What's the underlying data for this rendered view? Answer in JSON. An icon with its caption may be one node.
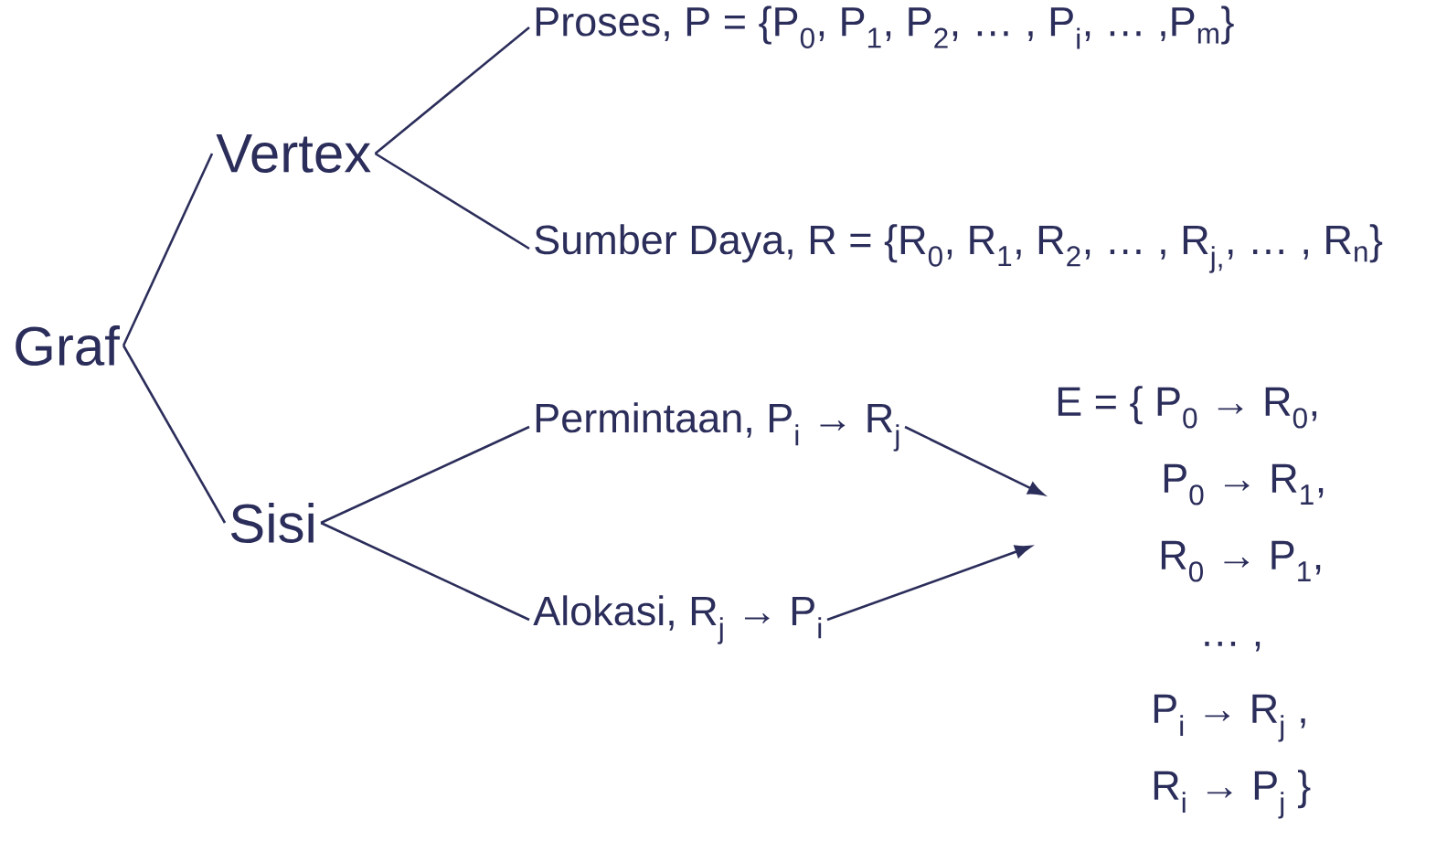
{
  "diagram": {
    "nodes": [
      {
        "text": [
          "Graf"
        ]
      },
      {
        "text": [
          "Vertex"
        ]
      },
      {
        "text": [
          "Sisi"
        ]
      },
      {
        "text": [
          "Proses, P = {P$_{0}$, P$_{1}$, P$_{2}$, … , P$_{i}$, … ,P$_{m}$}"
        ]
      },
      {
        "text": [
          "Sumber Daya, R = {R$_{0}$, R$_{1}$, R$_{2}$, … , R$_{j,}$, … , R$_{n}$}"
        ]
      },
      {
        "text": [
          "Permintaan, P$_{i}$ → R$_{j}$"
        ]
      },
      {
        "text": [
          "Alokasi, R$_{j}$ → P$_{i}$"
        ]
      },
      {
        "text": [
          "E = { P$_{0}$ → R$_{0}$,",
          "P$_{0}$ → R$_{1}$,",
          "R$_{0}$ → P$_{1}$,",
          "… ,",
          "P$_{i}$ → R$_{j}$ ,",
          "R$_{i}$ → P$_{j}$ }"
        ]
      }
    ],
    "edges": [
      {
        "from": 0,
        "to": 1,
        "arrow": "none"
      },
      {
        "from": 0,
        "to": 2,
        "arrow": "none"
      },
      {
        "from": 1,
        "to": 3,
        "arrow": "none"
      },
      {
        "from": 1,
        "to": 4,
        "arrow": "none"
      },
      {
        "from": 2,
        "to": 5,
        "arrow": "none"
      },
      {
        "from": 2,
        "to": 6,
        "arrow": "none"
      },
      {
        "from": 5,
        "to": 7,
        "arrow": "to"
      },
      {
        "from": 6,
        "to": 7,
        "arrow": "to"
      }
    ]
  }
}
